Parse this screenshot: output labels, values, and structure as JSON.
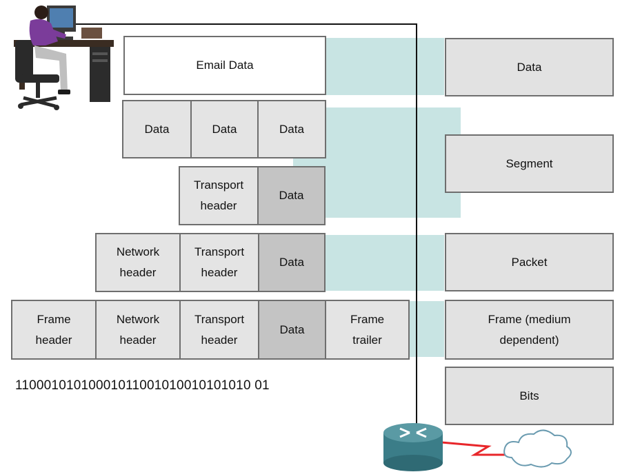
{
  "layers": {
    "email": {
      "label": "Email Data"
    },
    "split": {
      "cells": [
        "Data",
        "Data",
        "Data"
      ]
    },
    "segment": {
      "transport": "Transport\nheader",
      "data": "Data"
    },
    "packet": {
      "network": "Network\nheader",
      "transport": "Transport\nheader",
      "data": "Data"
    },
    "frame": {
      "frame_header": "Frame\nheader",
      "network": "Network\nheader",
      "transport": "Transport\nheader",
      "data": "Data",
      "trailer": "Frame\ntrailer"
    },
    "bits": "11000101010001011001010010101010 01"
  },
  "pdu_names": [
    "Data",
    "Segment",
    "Packet",
    "Frame (medium\ndependent)",
    "Bits"
  ],
  "colors": {
    "band": "#c8e4e3",
    "cell": "#e4e4e4",
    "data_cell": "#c4c4c4",
    "border": "#6e6e6e",
    "wan_link": "#e8262a"
  },
  "icons": [
    "user-at-computer-icon",
    "router-icon",
    "cloud-icon"
  ]
}
